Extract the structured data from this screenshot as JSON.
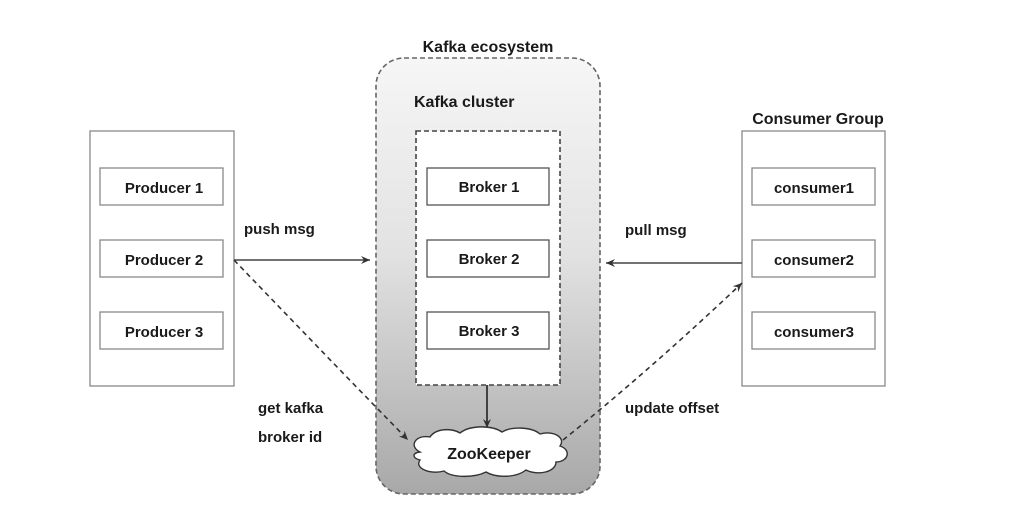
{
  "ecosystem": {
    "title": "Kafka ecosystem"
  },
  "cluster": {
    "title": "Kafka cluster",
    "brokers": [
      "Broker 1",
      "Broker 2",
      "Broker 3"
    ]
  },
  "producers": {
    "items": [
      "Producer 1",
      "Producer 2",
      "Producer 3"
    ]
  },
  "consumer_group": {
    "title": "Consumer Group",
    "items": [
      "consumer1",
      "consumer2",
      "consumer3"
    ]
  },
  "zookeeper": {
    "label": "ZooKeeper"
  },
  "edges": {
    "push": "push msg",
    "pull": "pull msg",
    "get_broker_line1": "get kafka",
    "get_broker_line2": "broker id",
    "update_offset": "update offset"
  },
  "colors": {
    "line": "#3a3a3a",
    "box_border": "#888888",
    "eco_top": "#f4f4f4",
    "eco_bottom": "#a9a9a9"
  }
}
